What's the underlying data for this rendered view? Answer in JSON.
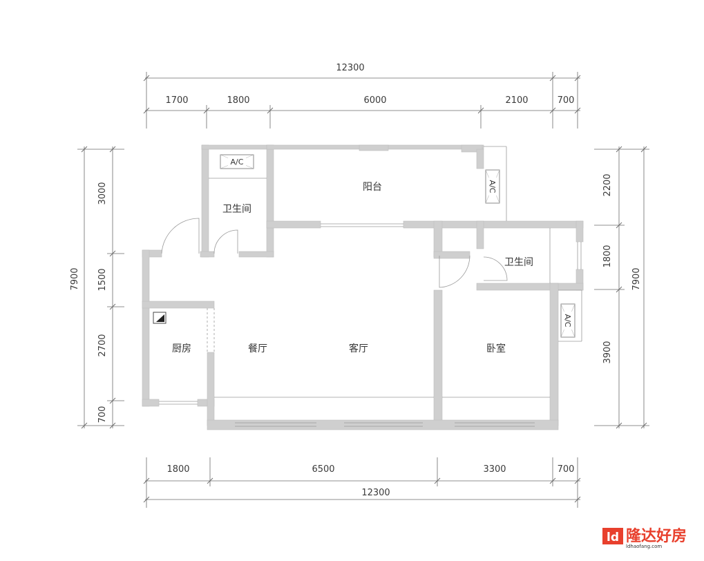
{
  "dimensions": {
    "top_total": "12300",
    "top_segments": [
      "1700",
      "1800",
      "6000",
      "2100",
      "700"
    ],
    "bottom_segments": [
      "1800",
      "6500",
      "3300",
      "700"
    ],
    "bottom_total": "12300",
    "left_total": "7900",
    "left_segments": [
      "3000",
      "1500",
      "2700",
      "700"
    ],
    "right_total": "7900",
    "right_segments": [
      "2200",
      "1800",
      "3900"
    ]
  },
  "rooms": {
    "balcony": "阳台",
    "bathroom_left": "卫生间",
    "bathroom_right": "卫生间",
    "kitchen": "厨房",
    "dining": "餐厅",
    "living": "客厅",
    "bedroom": "卧室"
  },
  "ac_labels": [
    "A/C",
    "A/C",
    "A/C"
  ],
  "logo": {
    "name": "隆达好房",
    "url": "ldhaofang.com"
  },
  "colors": {
    "wall": "#cfcfcf",
    "logo": "#e8402d"
  }
}
